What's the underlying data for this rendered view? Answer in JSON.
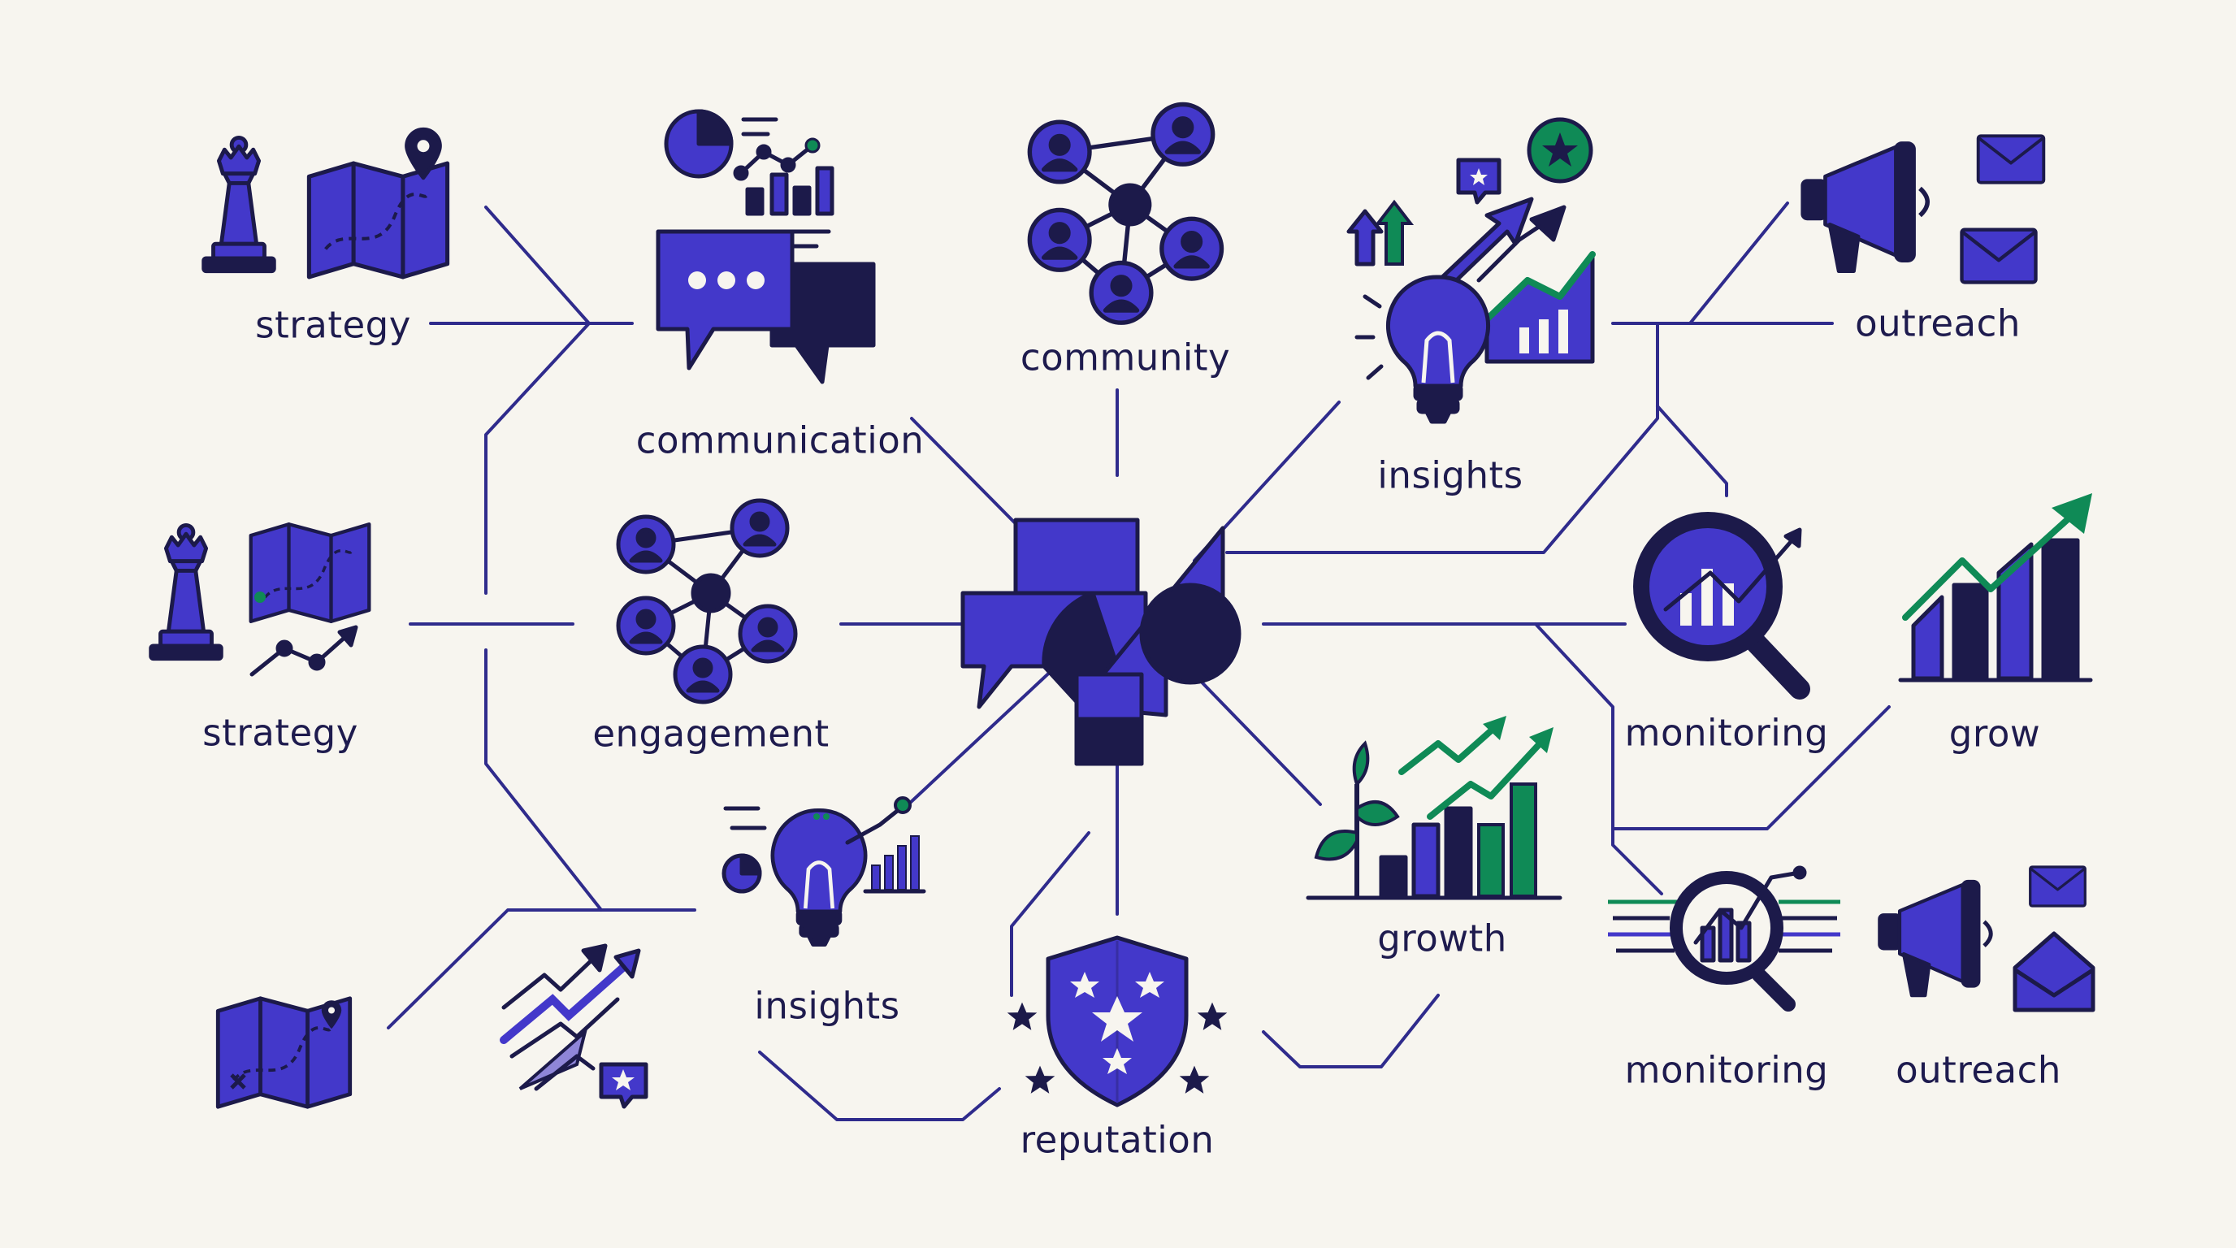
{
  "colors": {
    "background": "#f7f5ef",
    "primary": "#4338ca",
    "dark": "#1c1a4a",
    "accent_green": "#0f8a56",
    "line": "#2f2b8c"
  },
  "hub": {
    "icon": "speech-puzzle-hub-icon"
  },
  "nodes": [
    {
      "id": "strategy-top",
      "label": "strategy",
      "icon": "chess-queen-map-icon"
    },
    {
      "id": "communication",
      "label": "communication",
      "icon": "chat-bubbles-chart-icon"
    },
    {
      "id": "community",
      "label": "community",
      "icon": "people-network-icon"
    },
    {
      "id": "insights-top",
      "label": "insights",
      "icon": "lightbulb-growth-icon"
    },
    {
      "id": "outreach-top",
      "label": "outreach",
      "icon": "megaphone-mail-icon"
    },
    {
      "id": "strategy-mid",
      "label": "strategy",
      "icon": "chess-queen-map-icon"
    },
    {
      "id": "engagement",
      "label": "engagement",
      "icon": "people-network-icon"
    },
    {
      "id": "monitoring-mid",
      "label": "monitoring",
      "icon": "magnifier-chart-icon"
    },
    {
      "id": "grow",
      "label": "grow",
      "icon": "bar-chart-arrow-icon"
    },
    {
      "id": "insights-bottom",
      "label": "insights",
      "icon": "lightbulb-chart-icon"
    },
    {
      "id": "growth",
      "label": "growth",
      "icon": "plant-growth-chart-icon"
    },
    {
      "id": "reputation",
      "label": "reputation",
      "icon": "shield-stars-icon"
    },
    {
      "id": "monitoring-bottom",
      "label": "monitoring",
      "icon": "magnifier-chart-icon"
    },
    {
      "id": "outreach-bottom",
      "label": "outreach",
      "icon": "megaphone-mail-icon"
    },
    {
      "id": "map-bottom",
      "label": "",
      "icon": "folded-map-icon"
    },
    {
      "id": "arrows-bottom",
      "label": "",
      "icon": "rising-arrows-star-icon"
    }
  ]
}
